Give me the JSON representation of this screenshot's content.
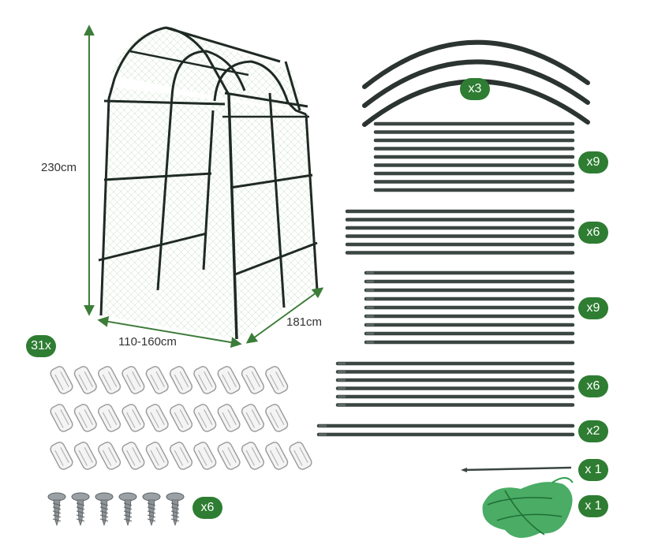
{
  "colors": {
    "badge": "#2e7d32",
    "arrow": "#3d7d3a",
    "frame": "#1f2a24",
    "rod": "#3b4541",
    "rod_highlight": "#5a6662",
    "net": "#2a9d4a",
    "clip": "#d9d9d9"
  },
  "dimensions": {
    "height": "230cm",
    "width": "110-160cm",
    "depth": "181cm"
  },
  "parts": {
    "arches": {
      "qty": "x3",
      "count": 3
    },
    "rods_a": {
      "qty": "x9",
      "count": 9
    },
    "rods_b": {
      "qty": "x6",
      "count": 6
    },
    "rods_c": {
      "qty": "x9",
      "count": 9
    },
    "rods_d": {
      "qty": "x6",
      "count": 6
    },
    "rods_e": {
      "qty": "x2",
      "count": 2
    },
    "stake": {
      "qty": "x 1",
      "count": 1
    },
    "net": {
      "qty": "x 1",
      "count": 1
    },
    "clips": {
      "qty": "31x",
      "count": 31
    },
    "screws": {
      "qty": "x6",
      "count": 6
    }
  }
}
